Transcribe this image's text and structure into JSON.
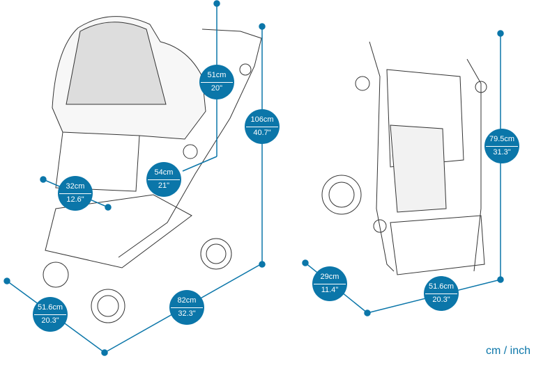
{
  "accent_color": "#0b76a9",
  "unit_label": "cm / inch",
  "front_view": {
    "handle_height_from_seat": {
      "cm": "51cm",
      "in": "20\""
    },
    "total_height": {
      "cm": "106cm",
      "in": "40.7\""
    },
    "seat_depth": {
      "cm": "54cm",
      "in": "21\""
    },
    "seat_width": {
      "cm": "32cm",
      "in": "12.6\""
    },
    "width": {
      "cm": "51.6cm",
      "in": "20.3\""
    },
    "length": {
      "cm": "82cm",
      "in": "32.3\""
    }
  },
  "folded_view": {
    "height": {
      "cm": "79.5cm",
      "in": "31.3\""
    },
    "depth": {
      "cm": "29cm",
      "in": "11.4\""
    },
    "width": {
      "cm": "51.6cm",
      "in": "20.3\""
    }
  }
}
